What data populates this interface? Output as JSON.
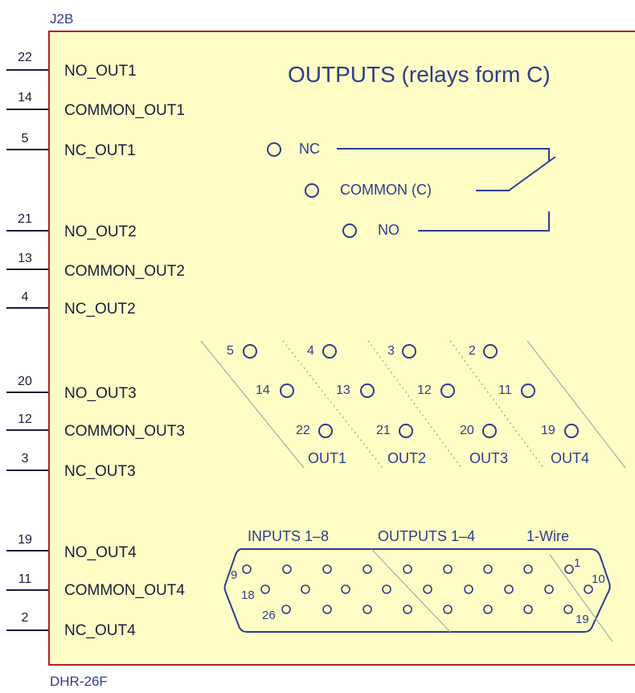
{
  "refs": {
    "top": "J2B",
    "bottom": "DHR-26F"
  },
  "title": "OUTPUTS (relays form C)",
  "pins": [
    {
      "num": "22",
      "label": "NO_OUT1"
    },
    {
      "num": "14",
      "label": "COMMON_OUT1"
    },
    {
      "num": "5",
      "label": "NC_OUT1"
    },
    {
      "num": "21",
      "label": "NO_OUT2"
    },
    {
      "num": "13",
      "label": "COMMON_OUT2"
    },
    {
      "num": "4",
      "label": "NC_OUT2"
    },
    {
      "num": "20",
      "label": "NO_OUT3"
    },
    {
      "num": "12",
      "label": "COMMON_OUT3"
    },
    {
      "num": "3",
      "label": "NC_OUT3"
    },
    {
      "num": "19",
      "label": "NO_OUT4"
    },
    {
      "num": "11",
      "label": "COMMON_OUT4"
    },
    {
      "num": "2",
      "label": "NC_OUT4"
    }
  ],
  "relay": {
    "nc": "NC",
    "common": "COMMON (C)",
    "no": "NO"
  },
  "grid": {
    "row1": [
      "5",
      "4",
      "3",
      "2"
    ],
    "row2": [
      "14",
      "13",
      "12",
      "11"
    ],
    "row3": [
      "22",
      "21",
      "20",
      "19"
    ],
    "outs": [
      "OUT1",
      "OUT2",
      "OUT3",
      "OUT4"
    ]
  },
  "connector": {
    "groups": [
      "INPUTS 1–8",
      "OUTPUTS 1–4",
      "1-Wire"
    ],
    "pin_labels": {
      "p9": "9",
      "p1": "1",
      "p10": "10",
      "p18": "18",
      "p26": "26",
      "p19": "19"
    }
  },
  "colors": {
    "ink": "#2e3c8c",
    "panel": "#fefdc6",
    "border": "#b02323"
  }
}
